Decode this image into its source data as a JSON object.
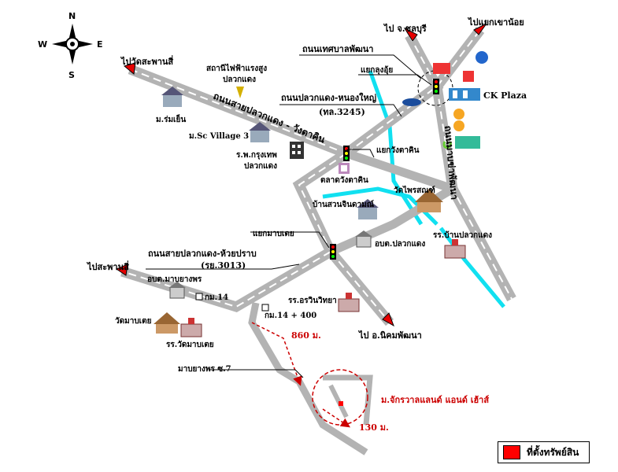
{
  "compass": {
    "n": "N",
    "s": "S",
    "e": "E",
    "w": "W"
  },
  "roads": {
    "saipluak_wangtakhian": "ถนนสายปลวกแดง - วังตาคิน",
    "pluakdaeng_nongyai": "ถนนปลวกแดง-หนองใหญ่",
    "pluakdaeng_nongyai_code": "(ทล.3245)",
    "thetsaban_phatthana": "ถนนเทศบาลพัฒนา",
    "saipluak_huaiprap": "ถนนสายปลวกแดง-ห้วยปราบ",
    "saipluak_huaiprap_code": "(รย.3013)",
    "mapkha_road": "ถนนมาบข่าพัฒนา"
  },
  "directions": {
    "to_chonburi": "ไป จ.ชลบุรี",
    "to_khao_noi": "ไปแยกเขาน้อย",
    "to_wat_saphan_si": "ไปวัดสะพานสี่",
    "to_saphan_si": "ไปสะพานสี่",
    "to_nikhom_phatthana": "ไป อ.นิคมพัฒนา"
  },
  "places": {
    "power_station": "สถานีไฟฟ้าแรงสูง",
    "power_station_2": "ปลวกแดง",
    "ban_rom_yen": "ม.ร่มเย็น",
    "sc_village": "ม.Sc Village 3",
    "hospital": "ร.พ.กรุงเทพ",
    "hospital_2": "ปลวกแดง",
    "lung_ui_junction": "แยกลุงอุ้ย",
    "ck_plaza": "CK Plaza",
    "wang_takhian_junction": "แยกวังตาคิน",
    "wang_takhian_market": "ตลาดวังตาคิน",
    "wat_phrai_sanit": "วัดไพรสณฑ์",
    "ban_suan_jindamon": "บ้านสวนจินดามณ์",
    "map_tao_junction": "แยกมาบเตย",
    "obt_pluakdaeng": "อบต.ปลวกแดง",
    "school_ban_pluakdaeng": "รร.บ้านปลวกแดง",
    "obt_map_yang_phon": "อบต.มาบยางพร",
    "km14": "กม.14",
    "school_arawin": "รร.อรวินวิทยา",
    "km14_400": "กม.14 + 400",
    "wat_map_toei": "วัดมาบเตย",
    "school_wat_map_toei": "รร.วัดมาบเตย",
    "soi7": "มาบยางพร ซ.7",
    "dist_860": "860 ม.",
    "dist_130": "130 ม.",
    "project": "ม.จักรวาลแลนด์ แอนด์ เฮ้าส์"
  },
  "legend": {
    "label": "ที่ตั้งทรัพย์สิน"
  },
  "colors": {
    "road": "#b3b3b3",
    "road_line": "#ffffff",
    "river": "#11e0f0",
    "arrow": "#e60000",
    "route": "#cc0000"
  }
}
